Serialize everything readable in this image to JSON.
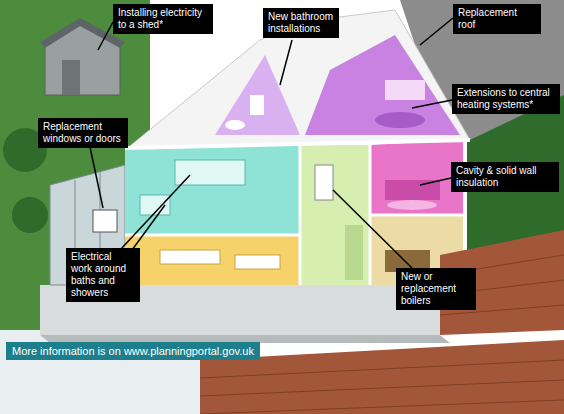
{
  "diagram": {
    "nodes": [
      {
        "text": [
          "Installing electricity to a shed*"
        ]
      },
      {
        "text": [
          "New bathroom installations"
        ]
      },
      {
        "text": [
          "Replacement roof"
        ]
      },
      {
        "text": [
          "Replacement windows or doors"
        ]
      },
      {
        "text": [
          "Extensions to central heating systems*"
        ]
      },
      {
        "text": [
          "Cavity & solid wall insulation"
        ]
      },
      {
        "text": [
          "Electrical work around baths and showers"
        ]
      },
      {
        "text": [
          "New or replacement boilers"
        ]
      },
      {
        "text": [
          "More information is on www.planningportal.gov.uk"
        ]
      }
    ]
  }
}
